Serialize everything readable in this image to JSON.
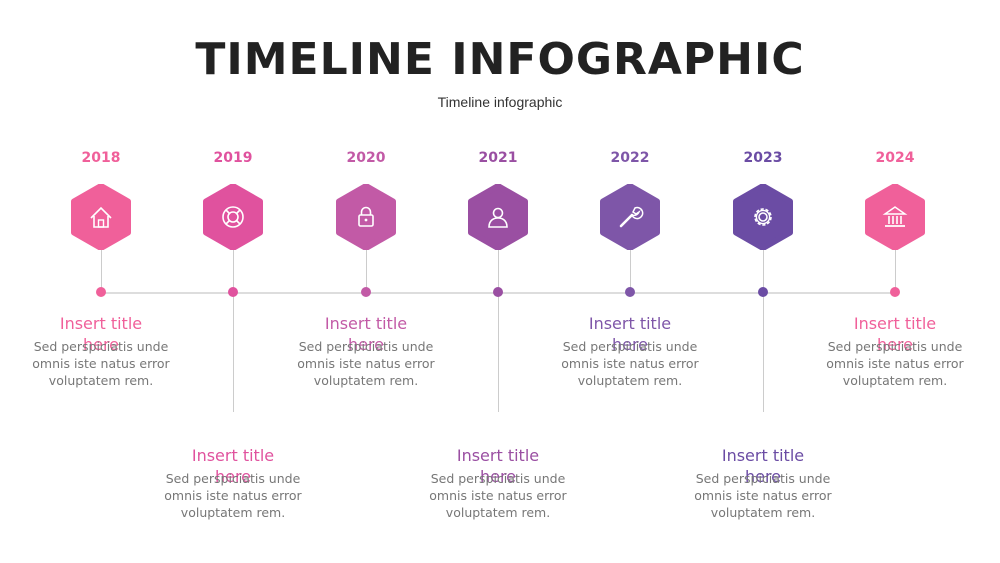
{
  "title": "TIMELINE INFOGRAPHIC",
  "subtitle": "Timeline infographic",
  "items": [
    {
      "year": "2018",
      "color": "#F0609A",
      "icon": "home-icon",
      "title": "Insert title here",
      "text": [
        "Sed perspiciatis unde",
        "omnis iste natus error",
        "voluptatem rem."
      ],
      "position": "top"
    },
    {
      "year": "2019",
      "color": "#E0529E",
      "icon": "lifebuoy-icon",
      "title": "Insert title here",
      "text": [
        "Sed perspiciatis unde",
        "omnis iste natus error",
        "voluptatem rem."
      ],
      "position": "bottom"
    },
    {
      "year": "2020",
      "color": "#C25AA6",
      "icon": "lock-icon",
      "title": "Insert title here",
      "text": [
        "Sed perspiciatis unde",
        "omnis iste natus error",
        "voluptatem rem."
      ],
      "position": "top"
    },
    {
      "year": "2021",
      "color": "#9A4FA2",
      "icon": "users-icon",
      "title": "Insert title here",
      "text": [
        "Sed perspiciatis unde",
        "omnis iste natus error",
        "voluptatem rem."
      ],
      "position": "bottom"
    },
    {
      "year": "2022",
      "color": "#7E56A8",
      "icon": "wrench-icon",
      "title": "Insert title here",
      "text": [
        "Sed perspiciatis unde",
        "omnis iste natus error",
        "voluptatem rem."
      ],
      "position": "top"
    },
    {
      "year": "2023",
      "color": "#6B4CA4",
      "icon": "gear-icon",
      "title": "Insert title here",
      "text": [
        "Sed perspiciatis unde",
        "omnis iste natus error",
        "voluptatem rem."
      ],
      "position": "bottom"
    },
    {
      "year": "2024",
      "color": "#F0609A",
      "icon": "bank-icon",
      "title": "Insert title here",
      "text": [
        "Sed perspiciatis unde",
        "omnis iste natus error",
        "voluptatem rem."
      ],
      "position": "top"
    }
  ]
}
